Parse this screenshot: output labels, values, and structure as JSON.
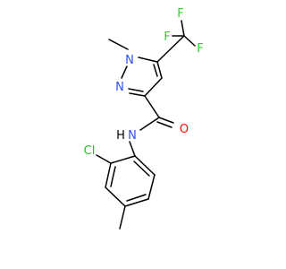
{
  "molecule": {
    "atoms": {
      "F_top": "F",
      "F_left": "F",
      "F_right": "F",
      "N1": "N",
      "N2": "N",
      "amide_N": "N",
      "amide_H": "H",
      "O": "O",
      "Cl": "Cl"
    },
    "colors": {
      "bond": "#000000",
      "F": "#33cc33",
      "N": "#3050f8",
      "O": "#ff0d0d",
      "Cl": "#1fc01f",
      "H": "#000000"
    }
  }
}
